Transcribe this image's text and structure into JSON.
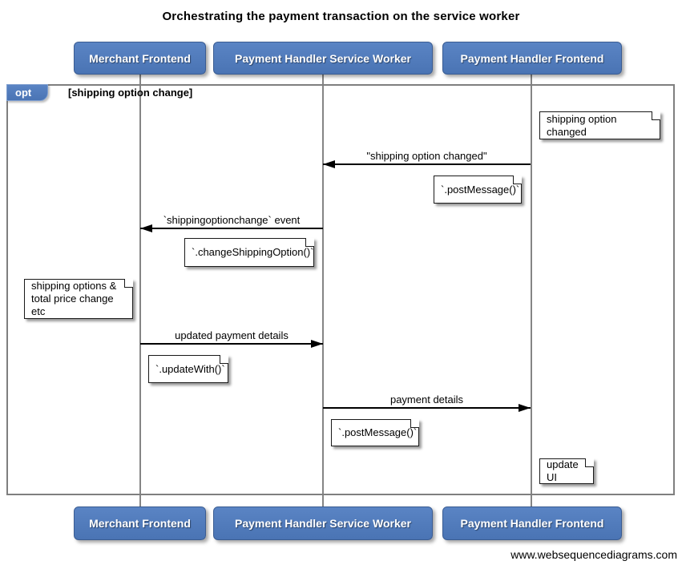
{
  "title": "Orchestrating the payment transaction on the service worker",
  "actors": [
    {
      "label": "Merchant Frontend"
    },
    {
      "label": "Payment Handler Service Worker"
    },
    {
      "label": "Payment Handler Frontend"
    }
  ],
  "fragment": {
    "operator": "opt",
    "guard": "[shipping option change]"
  },
  "messages": [
    {
      "label": "\"shipping option changed\"",
      "from": "Payment Handler Frontend",
      "to": "Payment Handler Service Worker",
      "direction": "left"
    },
    {
      "label": "`shippingoptionchange` event",
      "from": "Payment Handler Service Worker",
      "to": "Merchant Frontend",
      "direction": "left"
    },
    {
      "label": "updated payment details",
      "from": "Merchant Frontend",
      "to": "Payment Handler Service Worker",
      "direction": "right"
    },
    {
      "label": "payment details",
      "from": "Payment Handler Service Worker",
      "to": "Payment Handler Frontend",
      "direction": "right"
    }
  ],
  "notes": [
    {
      "id": "shipping-option-changed",
      "text": "shipping option changed",
      "over": "Payment Handler Frontend"
    },
    {
      "id": "post-message-1",
      "text": "`.postMessage()`",
      "over": "Payment Handler Frontend"
    },
    {
      "id": "change-shipping-option",
      "text": "`.changeShippingOption()`",
      "over": "Payment Handler Service Worker"
    },
    {
      "id": "shipping-options-price",
      "text": "shipping options &\ntotal price change etc",
      "over": "Merchant Frontend"
    },
    {
      "id": "update-with",
      "text": "`.updateWith()`",
      "over": "Merchant Frontend"
    },
    {
      "id": "post-message-2",
      "text": "`.postMessage()`",
      "over": "Payment Handler Service Worker"
    },
    {
      "id": "update-ui",
      "text": "update UI",
      "over": "Payment Handler Frontend"
    }
  ],
  "footer": {
    "text": "www.websequencediagrams.com"
  },
  "colors": {
    "actor_fill": "#4d79ba",
    "actor_border": "#3a5c92",
    "fragment_border": "#7f7f7f",
    "lifeline": "#858585",
    "arrow": "#000000",
    "note_fill": "#ffffff",
    "background": "#ffffff"
  }
}
